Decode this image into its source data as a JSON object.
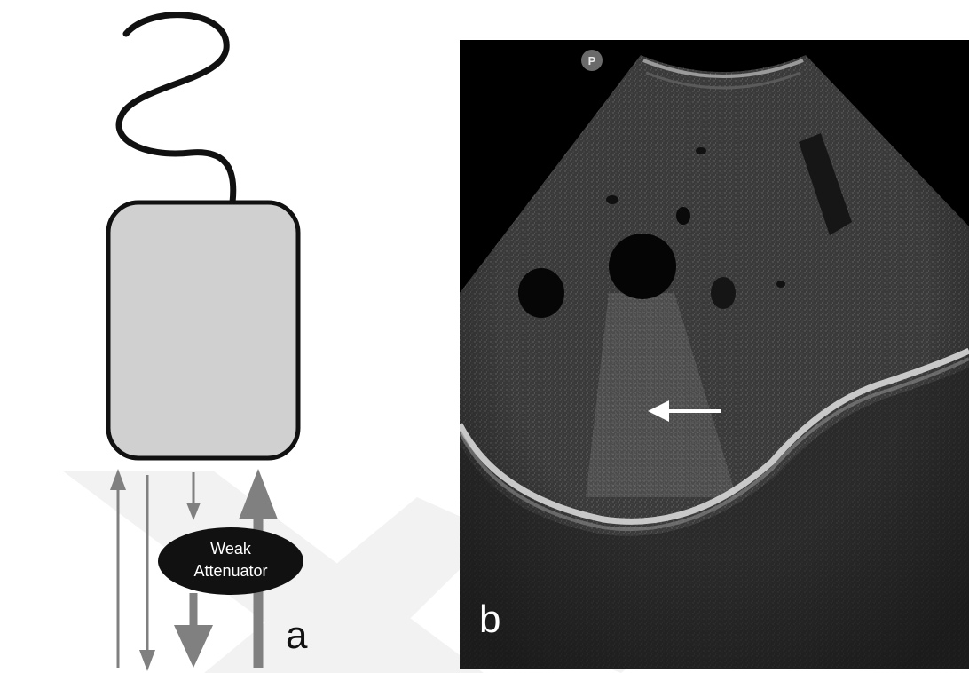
{
  "panel_a": {
    "label": "a",
    "attenuator_line1": "Weak",
    "attenuator_line2": "Attenuator"
  },
  "panel_b": {
    "label": "b",
    "probe_marker": "P"
  },
  "colors": {
    "background": "#ffffff",
    "probe_body": "#d0d0d0",
    "outline": "#111111",
    "arrow_gray": "#808080",
    "ultrasound_bg": "#000000",
    "watermark": "#f2f2f2"
  },
  "icons": {
    "probe": "ultrasound-probe-icon",
    "arrow": "white-arrow-icon"
  }
}
